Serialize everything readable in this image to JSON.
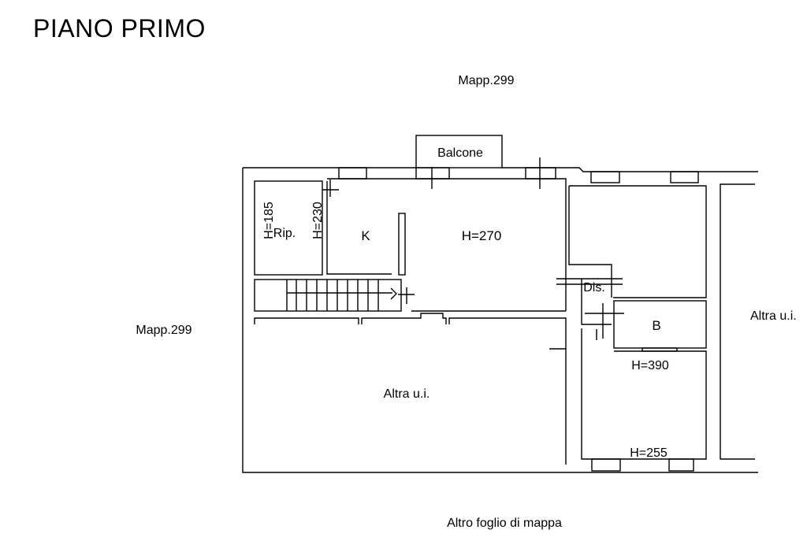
{
  "title": "PIANO PRIMO",
  "labels": {
    "north": "Mapp.299",
    "west": "Mapp.299",
    "south": "Altro foglio di mappa",
    "east": "Altra u.i.",
    "lower": "Altra u.i.",
    "balcone": "Balcone",
    "h185": "H=185",
    "rip": "Rip.",
    "h230": "H=230",
    "kitchen": "K",
    "h270": "H=270",
    "dis": "Dis.",
    "bath": "B",
    "h390": "H=390",
    "h255": "H=255"
  }
}
